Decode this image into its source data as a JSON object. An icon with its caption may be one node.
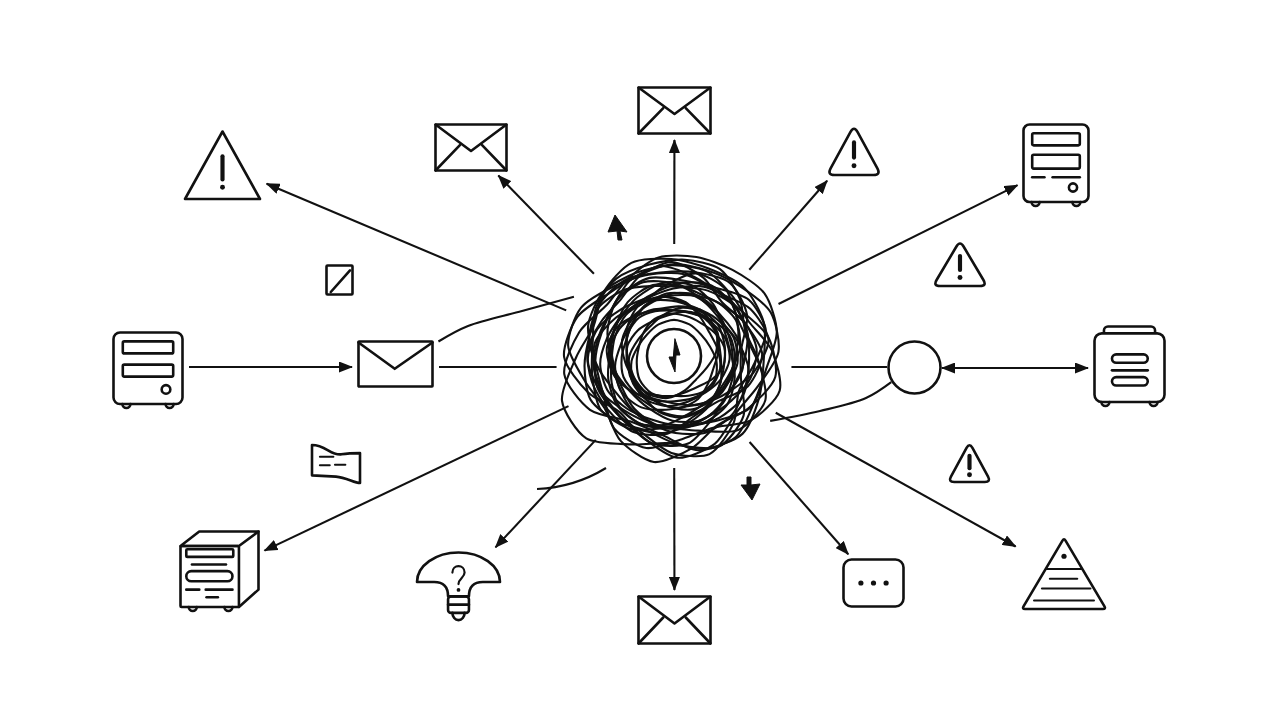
{
  "diagram": {
    "nodes": [
      {
        "text": [],
        "shape": "tangle"
      },
      {
        "text": [],
        "shape": "envelope"
      },
      {
        "text": [],
        "shape": "envelope"
      },
      {
        "text": [],
        "shape": "triangle"
      },
      {
        "text": [],
        "shape": "server"
      },
      {
        "text": [],
        "shape": "triangle"
      },
      {
        "text": [],
        "shape": "triangle"
      },
      {
        "text": [],
        "shape": "box"
      },
      {
        "text": [],
        "shape": "server"
      },
      {
        "text": [],
        "shape": "envelope"
      },
      {
        "text": [],
        "shape": "circle"
      },
      {
        "text": [],
        "shape": "case"
      },
      {
        "text": [],
        "shape": "triangle"
      },
      {
        "text": [],
        "shape": "note"
      },
      {
        "text": [],
        "shape": "cabinet"
      },
      {
        "text": [],
        "shape": "pyramid"
      },
      {
        "text": [],
        "shape": "bulb"
      },
      {
        "text": [],
        "shape": "bubble"
      },
      {
        "text": [],
        "shape": "envelope"
      }
    ],
    "edges": [
      {
        "from": 0,
        "to": 1,
        "arrow": "to"
      },
      {
        "from": 0,
        "to": 2,
        "arrow": "to"
      },
      {
        "from": 0,
        "to": 3,
        "arrow": "to"
      },
      {
        "from": 0,
        "to": 4,
        "arrow": "to"
      },
      {
        "from": 0,
        "to": 5,
        "arrow": "to"
      },
      {
        "from": 8,
        "to": 9,
        "arrow": "to"
      },
      {
        "from": 9,
        "to": 0,
        "arrow": "none"
      },
      {
        "from": 9,
        "to": 0,
        "arrow": "none"
      },
      {
        "from": 0,
        "to": 10,
        "arrow": "none"
      },
      {
        "from": 0,
        "to": 10,
        "arrow": "none"
      },
      {
        "from": 10,
        "to": 11,
        "arrow": "both"
      },
      {
        "from": 0,
        "to": 14,
        "arrow": "to"
      },
      {
        "from": 0,
        "to": 16,
        "arrow": "to"
      },
      {
        "from": 0,
        "to": 18,
        "arrow": "to"
      },
      {
        "from": 0,
        "to": 17,
        "arrow": "to"
      },
      {
        "from": 0,
        "to": 15,
        "arrow": "to"
      }
    ]
  }
}
